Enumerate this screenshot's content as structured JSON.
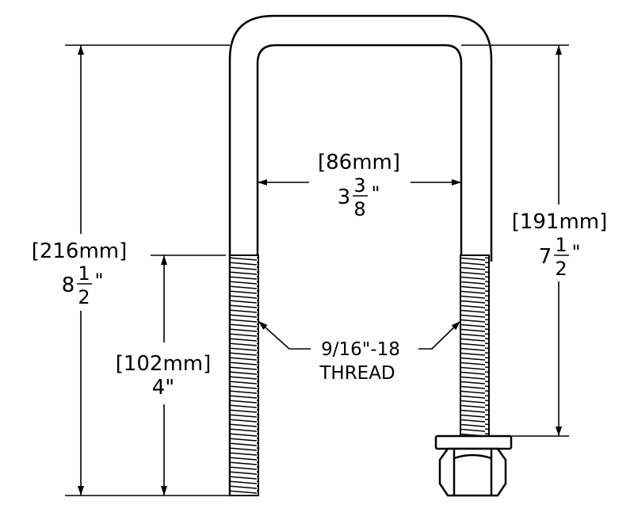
{
  "dimensions": {
    "overall_height": {
      "metric": "[216mm]",
      "imperial_whole": "8",
      "imperial_num": "1",
      "imperial_den": "2",
      "inch_mark": "\""
    },
    "thread_length": {
      "metric": "[102mm]",
      "imperial": "4\""
    },
    "inside_width": {
      "metric": "[86mm]",
      "imperial_whole": "3",
      "imperial_num": "3",
      "imperial_den": "8",
      "inch_mark": "\""
    },
    "inside_height": {
      "metric": "[191mm]",
      "imperial_whole": "7",
      "imperial_num": "1",
      "imperial_den": "2",
      "inch_mark": "\""
    }
  },
  "thread_callout": {
    "line1": "9/16\"-18",
    "line2": "THREAD"
  },
  "colors": {
    "stroke": "#000000",
    "background": "#ffffff"
  }
}
